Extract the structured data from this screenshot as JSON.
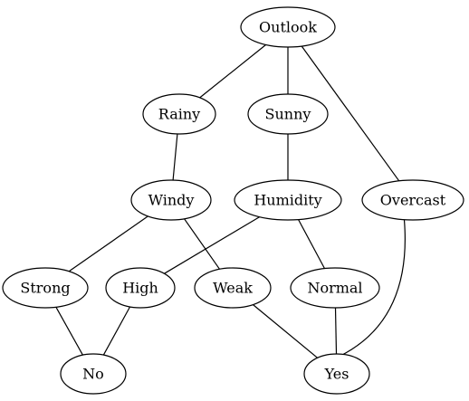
{
  "diagram": {
    "nodes": [
      {
        "id": "outlook",
        "label": "Outlook"
      },
      {
        "id": "rainy",
        "label": "Rainy"
      },
      {
        "id": "sunny",
        "label": "Sunny"
      },
      {
        "id": "windy",
        "label": "Windy"
      },
      {
        "id": "humidity",
        "label": "Humidity"
      },
      {
        "id": "overcast",
        "label": "Overcast"
      },
      {
        "id": "strong",
        "label": "Strong"
      },
      {
        "id": "high",
        "label": "High"
      },
      {
        "id": "weak",
        "label": "Weak"
      },
      {
        "id": "normal",
        "label": "Normal"
      },
      {
        "id": "no",
        "label": "No"
      },
      {
        "id": "yes",
        "label": "Yes"
      }
    ],
    "edges": [
      {
        "from": "outlook",
        "to": "rainy"
      },
      {
        "from": "outlook",
        "to": "sunny"
      },
      {
        "from": "outlook",
        "to": "overcast"
      },
      {
        "from": "rainy",
        "to": "windy"
      },
      {
        "from": "sunny",
        "to": "humidity"
      },
      {
        "from": "windy",
        "to": "strong"
      },
      {
        "from": "windy",
        "to": "weak"
      },
      {
        "from": "humidity",
        "to": "high"
      },
      {
        "from": "humidity",
        "to": "normal"
      },
      {
        "from": "strong",
        "to": "no"
      },
      {
        "from": "high",
        "to": "no"
      },
      {
        "from": "weak",
        "to": "yes"
      },
      {
        "from": "normal",
        "to": "yes"
      },
      {
        "from": "overcast",
        "to": "yes"
      }
    ]
  }
}
